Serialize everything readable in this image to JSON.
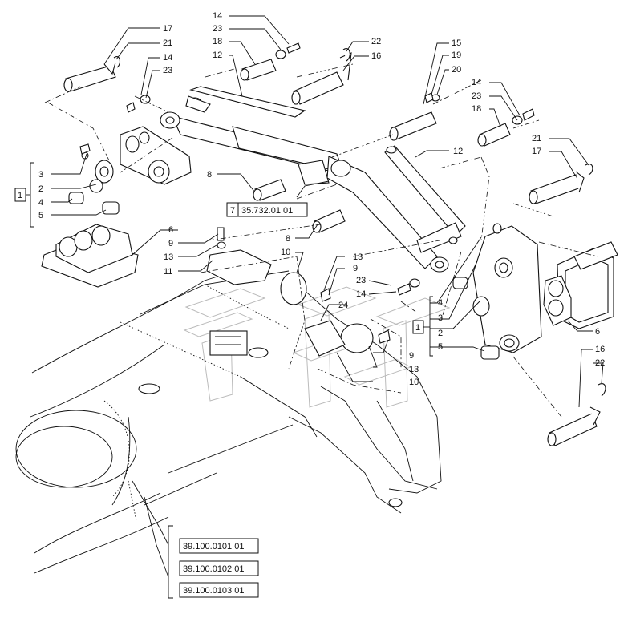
{
  "callouts": [
    {
      "id": "c17a",
      "text": "17"
    },
    {
      "id": "c21a",
      "text": "21"
    },
    {
      "id": "c14a",
      "text": "14"
    },
    {
      "id": "c23a",
      "text": "23"
    },
    {
      "id": "c14b",
      "text": "14"
    },
    {
      "id": "c23b",
      "text": "23"
    },
    {
      "id": "c18a",
      "text": "18"
    },
    {
      "id": "c12a",
      "text": "12"
    },
    {
      "id": "c22a",
      "text": "22"
    },
    {
      "id": "c16a",
      "text": "16"
    },
    {
      "id": "c15",
      "text": "15"
    },
    {
      "id": "c19",
      "text": "19"
    },
    {
      "id": "c20",
      "text": "20"
    },
    {
      "id": "c14c",
      "text": "14"
    },
    {
      "id": "c23c",
      "text": "23"
    },
    {
      "id": "c18b",
      "text": "18"
    },
    {
      "id": "c21b",
      "text": "21"
    },
    {
      "id": "c17b",
      "text": "17"
    },
    {
      "id": "c3a",
      "text": "3"
    },
    {
      "id": "c2a",
      "text": "2"
    },
    {
      "id": "c4a",
      "text": "4"
    },
    {
      "id": "c5a",
      "text": "5"
    },
    {
      "id": "c8a",
      "text": "8"
    },
    {
      "id": "c12b",
      "text": "12"
    },
    {
      "id": "c6a",
      "text": "6"
    },
    {
      "id": "c9a",
      "text": "9"
    },
    {
      "id": "c13a",
      "text": "13"
    },
    {
      "id": "c11",
      "text": "11"
    },
    {
      "id": "c8b",
      "text": "8"
    },
    {
      "id": "c10a",
      "text": "10"
    },
    {
      "id": "c13b",
      "text": "13"
    },
    {
      "id": "c9b",
      "text": "9"
    },
    {
      "id": "c23d",
      "text": "23"
    },
    {
      "id": "c14d",
      "text": "14"
    },
    {
      "id": "c24",
      "text": "24"
    },
    {
      "id": "c4b",
      "text": "4"
    },
    {
      "id": "c3b",
      "text": "3"
    },
    {
      "id": "c2b",
      "text": "2"
    },
    {
      "id": "c5b",
      "text": "5"
    },
    {
      "id": "c9c",
      "text": "9"
    },
    {
      "id": "c13c",
      "text": "13"
    },
    {
      "id": "c10b",
      "text": "10"
    },
    {
      "id": "c6b",
      "text": "6"
    },
    {
      "id": "c16b",
      "text": "16"
    },
    {
      "id": "c22b",
      "text": "22"
    }
  ],
  "group_boxes": [
    {
      "id": "g1a",
      "text": "1"
    },
    {
      "id": "g1b",
      "text": "1"
    },
    {
      "id": "g7",
      "text": "7"
    }
  ],
  "references": [
    {
      "id": "r7",
      "text": "35.732.01 01"
    },
    {
      "id": "r1",
      "text": "39.100.0101 01"
    },
    {
      "id": "r2",
      "text": "39.100.0102 01"
    },
    {
      "id": "r3",
      "text": "39.100.0103 01"
    }
  ]
}
